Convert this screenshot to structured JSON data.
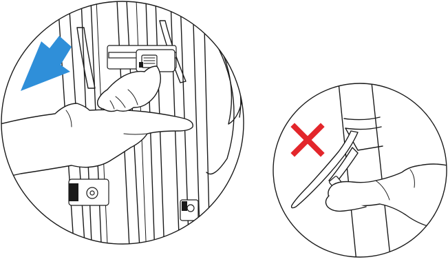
{
  "diagram": {
    "panels": [
      {
        "id": "correct-release",
        "depicts": "hand-pressing-latch"
      },
      {
        "id": "incorrect-release",
        "depicts": "finger-pulling-lever"
      }
    ],
    "indicators": {
      "direction_arrow_color": "#2f8fd9",
      "prohibited_mark_color": "#e3262b"
    },
    "icons": [
      "arrow-down-left-icon",
      "x-mark-icon"
    ]
  }
}
